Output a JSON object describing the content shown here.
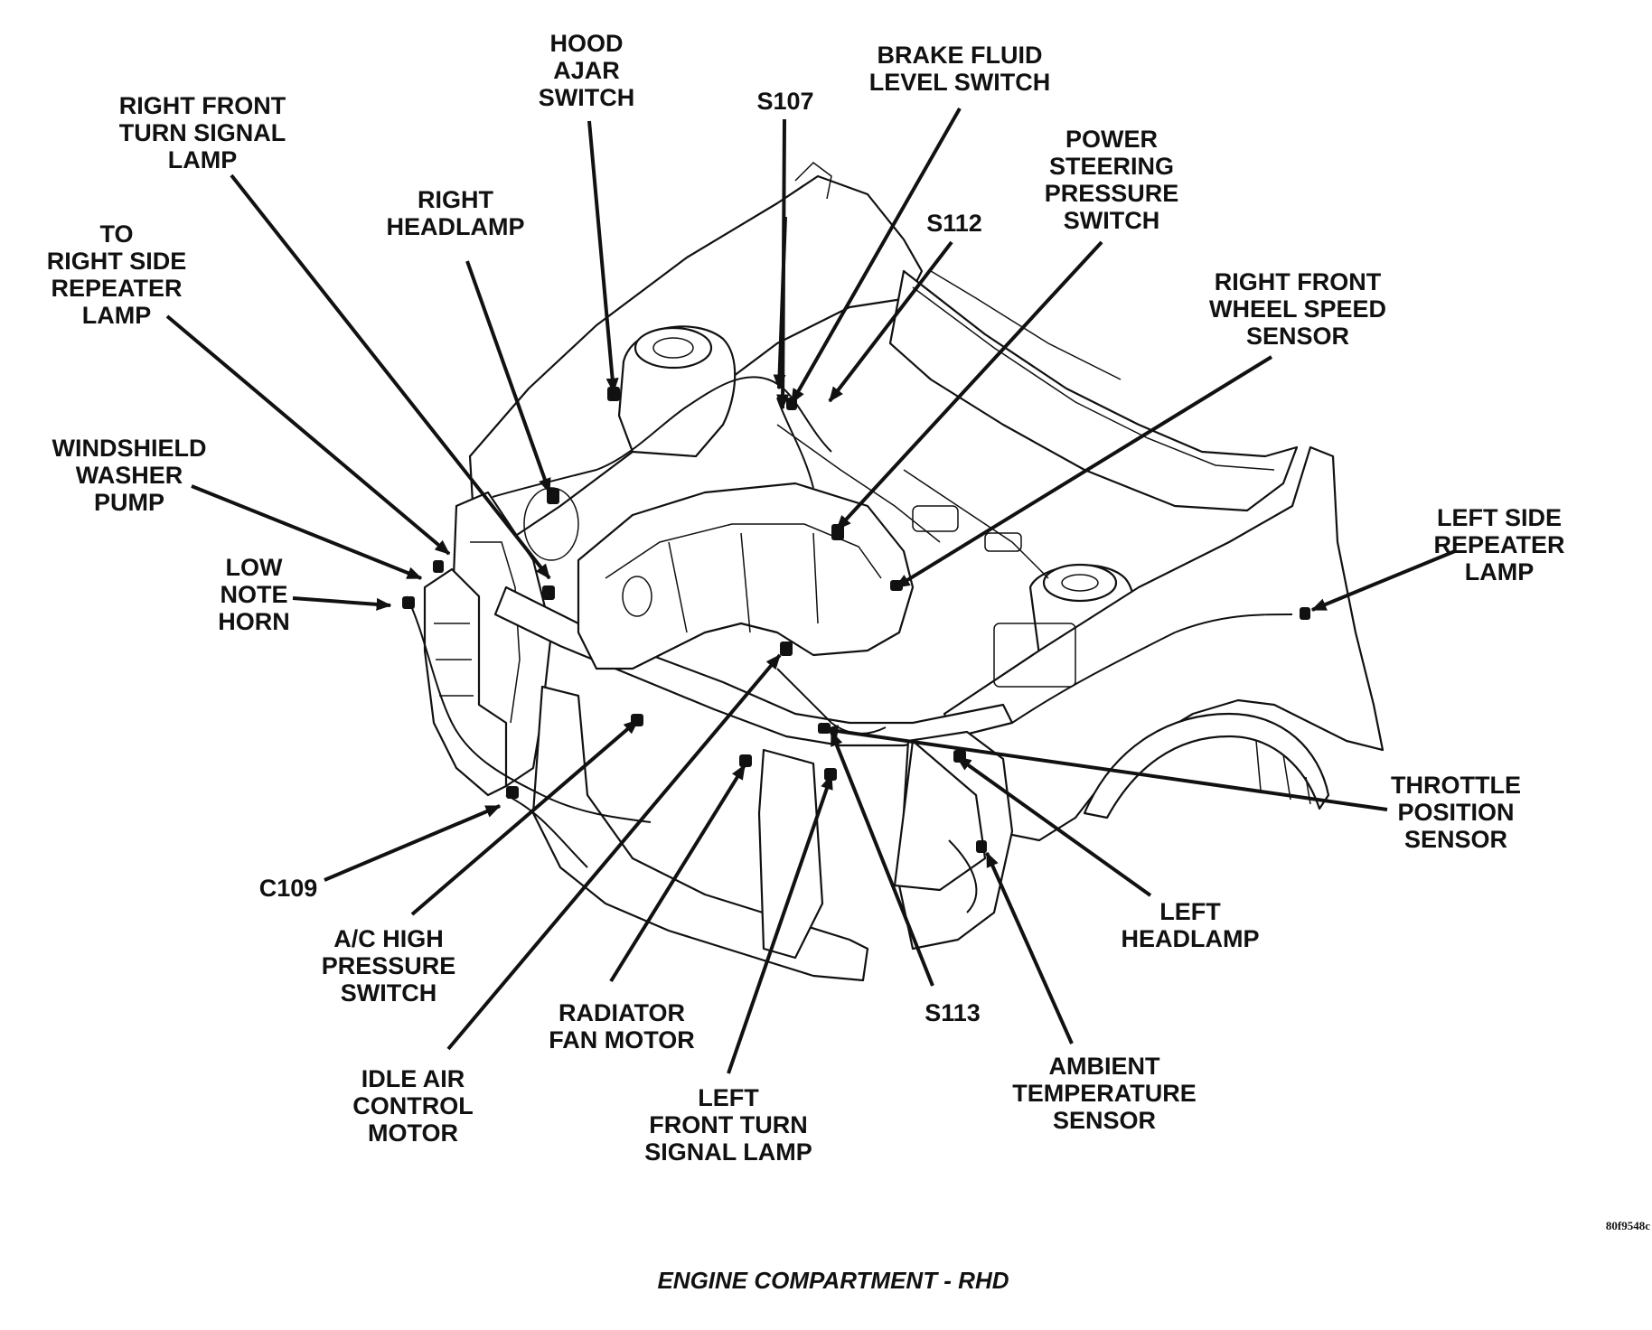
{
  "caption": "ENGINE COMPARTMENT - RHD",
  "figure_id": "80f9548c",
  "labels": [
    {
      "id": "hood-ajar-switch",
      "lines": [
        "HOOD",
        "AJAR",
        "SWITCH"
      ]
    },
    {
      "id": "brake-fluid-level-switch",
      "lines": [
        "BRAKE FLUID",
        "LEVEL SWITCH"
      ]
    },
    {
      "id": "s107",
      "lines": [
        "S107"
      ]
    },
    {
      "id": "right-front-turn-signal-lamp",
      "lines": [
        "RIGHT FRONT",
        "TURN SIGNAL",
        "LAMP"
      ]
    },
    {
      "id": "power-steering-pressure-switch",
      "lines": [
        "POWER",
        "STEERING",
        "PRESSURE",
        "SWITCH"
      ]
    },
    {
      "id": "s112",
      "lines": [
        "S112"
      ]
    },
    {
      "id": "right-headlamp",
      "lines": [
        "RIGHT",
        "HEADLAMP"
      ]
    },
    {
      "id": "to-right-side-repeater-lamp",
      "lines": [
        "TO",
        "RIGHT SIDE",
        "REPEATER",
        "LAMP"
      ]
    },
    {
      "id": "right-front-wheel-speed-sensor",
      "lines": [
        "RIGHT FRONT",
        "WHEEL SPEED",
        "SENSOR"
      ]
    },
    {
      "id": "windshield-washer-pump",
      "lines": [
        "WINDSHIELD",
        "WASHER",
        "PUMP"
      ]
    },
    {
      "id": "low-note-horn",
      "lines": [
        "LOW",
        "NOTE",
        "HORN"
      ]
    },
    {
      "id": "left-side-repeater-lamp",
      "lines": [
        "LEFT SIDE",
        "REPEATER",
        "LAMP"
      ]
    },
    {
      "id": "throttle-position-sensor",
      "lines": [
        "THROTTLE",
        "POSITION",
        "SENSOR"
      ]
    },
    {
      "id": "c109",
      "lines": [
        "C109"
      ]
    },
    {
      "id": "left-headlamp",
      "lines": [
        "LEFT",
        "HEADLAMP"
      ]
    },
    {
      "id": "ac-high-pressure-switch",
      "lines": [
        "A/C HIGH",
        "PRESSURE",
        "SWITCH"
      ]
    },
    {
      "id": "radiator-fan-motor",
      "lines": [
        "RADIATOR",
        "FAN MOTOR"
      ]
    },
    {
      "id": "s113",
      "lines": [
        "S113"
      ]
    },
    {
      "id": "ambient-temperature-sensor",
      "lines": [
        "AMBIENT",
        "TEMPERATURE",
        "SENSOR"
      ]
    },
    {
      "id": "idle-air-control-motor",
      "lines": [
        "IDLE AIR",
        "CONTROL",
        "MOTOR"
      ]
    },
    {
      "id": "left-front-turn-signal-lamp",
      "lines": [
        "LEFT",
        "FRONT TURN",
        "SIGNAL LAMP"
      ]
    }
  ]
}
